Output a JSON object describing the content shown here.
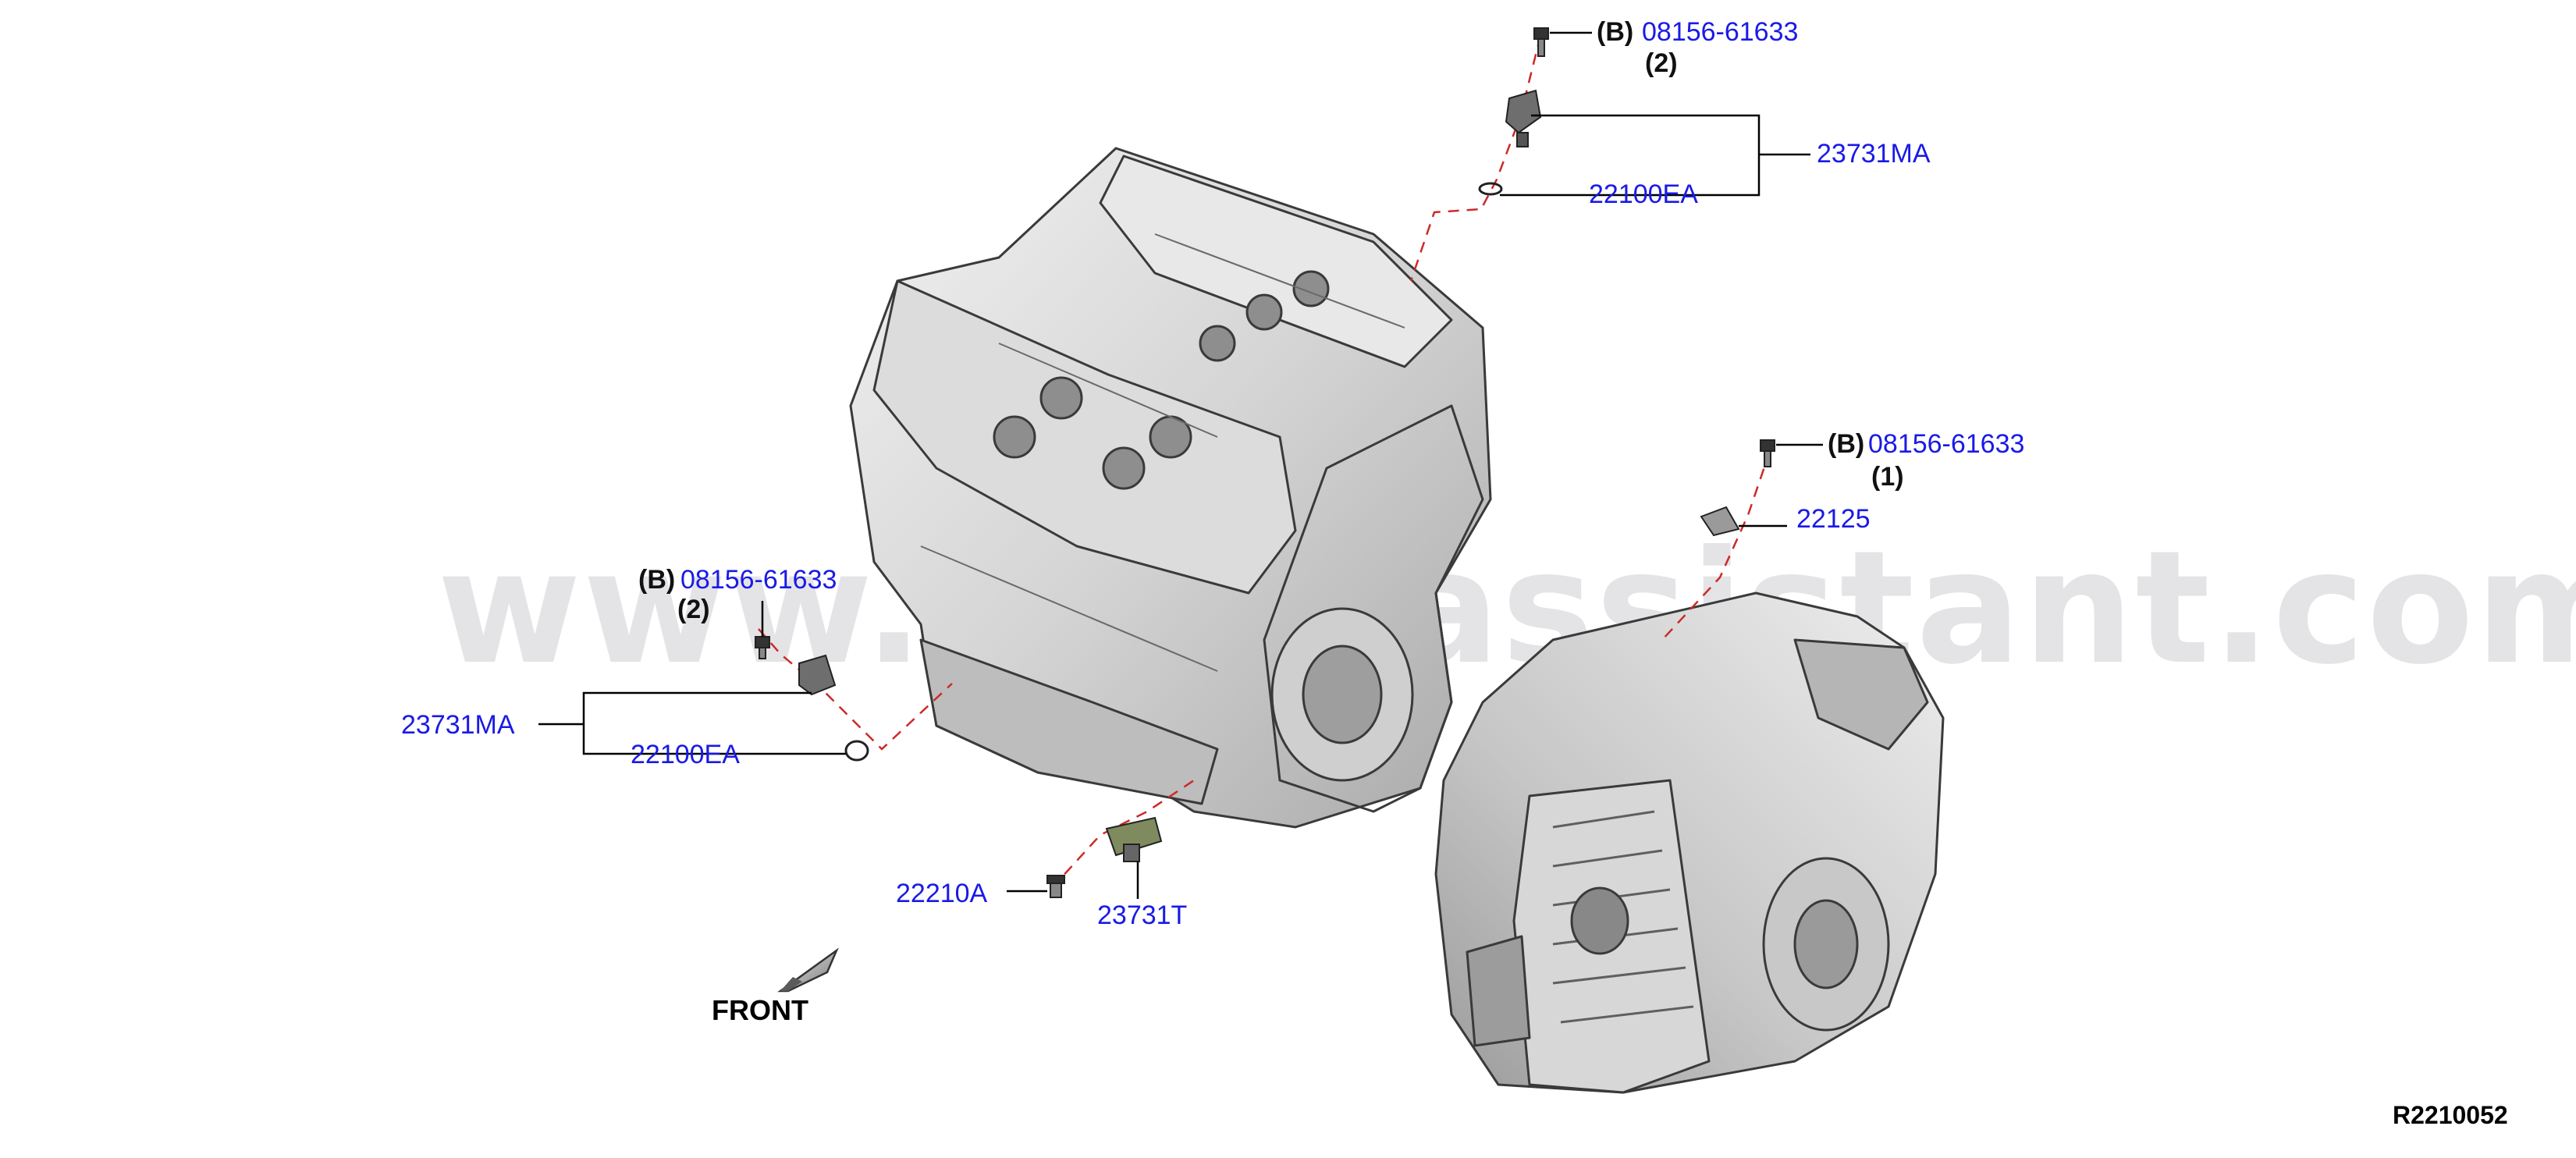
{
  "watermark": "www.partsassistant.com",
  "diagram_id": "R2210052",
  "front_label": "FRONT",
  "colors": {
    "part_link": "#1a1ae6",
    "leader_line": "#000000",
    "axis_dash": "#cc2a2a",
    "watermark": "#cfcfd4"
  },
  "callouts": {
    "top": {
      "bolt_code": "(B)",
      "bolt_part": "08156-61633",
      "bolt_qty": "(2)",
      "sensor_part": "23731MA",
      "oring_part": "22100EA"
    },
    "right": {
      "bolt_code": "(B)",
      "bolt_part": "08156-61633",
      "bolt_qty": "(1)",
      "sensor_part": "22125"
    },
    "left": {
      "bolt_code": "(B)",
      "bolt_part": "08156-61633",
      "bolt_qty": "(2)",
      "sensor_part": "23731MA",
      "oring_part": "22100EA"
    },
    "bottom": {
      "bolt_part": "22210A",
      "sensor_part": "23731T"
    }
  }
}
